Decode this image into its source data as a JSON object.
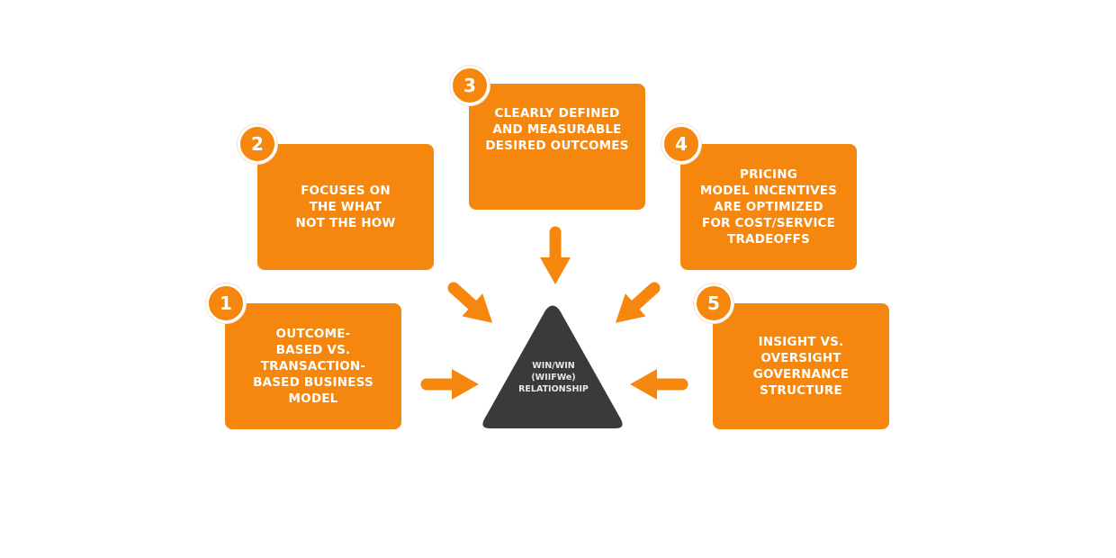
{
  "colors": {
    "accent": "#F5870F",
    "center": "#3a3a3a"
  },
  "center": {
    "label": "WIN/WIN\n(WIIFWe)\nRELATIONSHIP"
  },
  "items": [
    {
      "number": "1",
      "text": "OUTCOME-\nBASED VS.\nTRANSACTION-\nBASED BUSINESS\nMODEL"
    },
    {
      "number": "2",
      "text": "FOCUSES ON\nTHE WHAT\nNOT THE HOW"
    },
    {
      "number": "3",
      "text": "CLEARLY DEFINED\nAND MEASURABLE\nDESIRED OUTCOMES"
    },
    {
      "number": "4",
      "text": "PRICING\nMODEL INCENTIVES\nARE OPTIMIZED\nFOR COST/SERVICE\nTRADEOFFS"
    },
    {
      "number": "5",
      "text": "INSIGHT VS.\nOVERSIGHT\nGOVERNANCE\nSTRUCTURE"
    }
  ]
}
